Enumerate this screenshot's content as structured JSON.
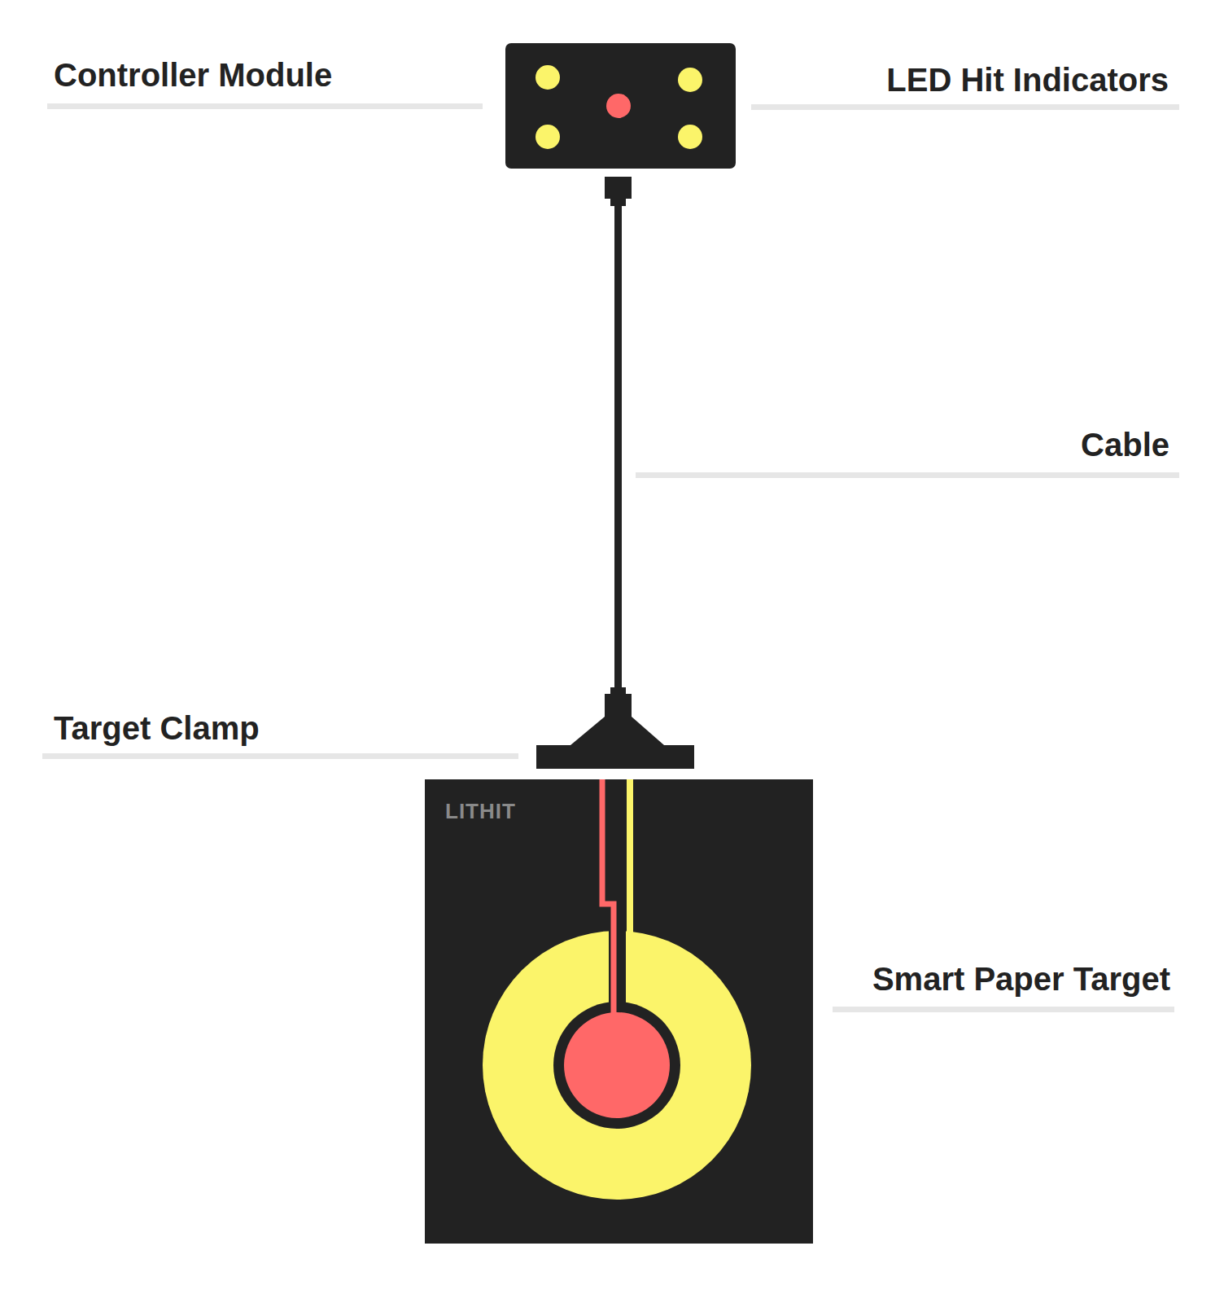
{
  "diagram": {
    "labels": [
      "Controller Module",
      "LED Hit Indicators",
      "Cable",
      "Target Clamp",
      "Smart Paper Target",
      "LITHIT"
    ]
  }
}
